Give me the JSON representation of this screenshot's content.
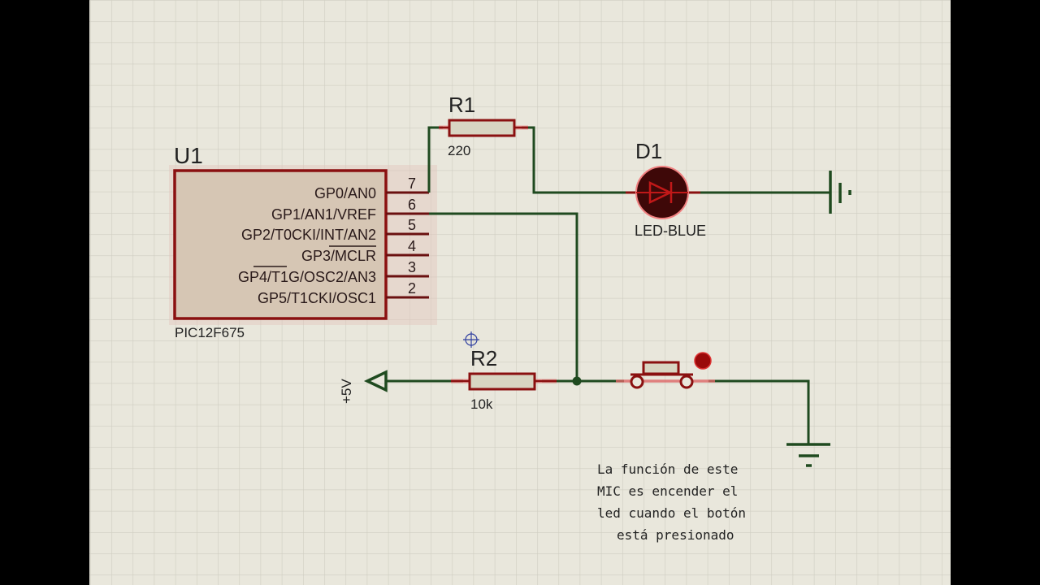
{
  "u1": {
    "ref": "U1",
    "part": "PIC12F675",
    "pins": [
      {
        "num": "7",
        "label": "GP0/AN0"
      },
      {
        "num": "6",
        "label": "GP1/AN1/VREF"
      },
      {
        "num": "5",
        "label": "GP2/T0CKI/INT/AN2"
      },
      {
        "num": "4",
        "label": "GP3/MCLR"
      },
      {
        "num": "3",
        "label": "GP4/T1G/OSC2/AN3"
      },
      {
        "num": "2",
        "label": "GP5/T1CKI/OSC1"
      }
    ]
  },
  "r1": {
    "ref": "R1",
    "value": "220"
  },
  "r2": {
    "ref": "R2",
    "value": "10k"
  },
  "d1": {
    "ref": "D1",
    "value": "LED-BLUE"
  },
  "power": {
    "label": "+5V"
  },
  "note": {
    "lines": [
      "La función de este",
      "MIC es encender el",
      "led cuando el botón",
      "está presionado"
    ]
  },
  "colors": {
    "wire": "#1f4a1f",
    "component_outline": "#8a1010",
    "chip_fill": "#d6c6b4",
    "background": "#e9e7dc",
    "grid": "#d0cec2"
  }
}
